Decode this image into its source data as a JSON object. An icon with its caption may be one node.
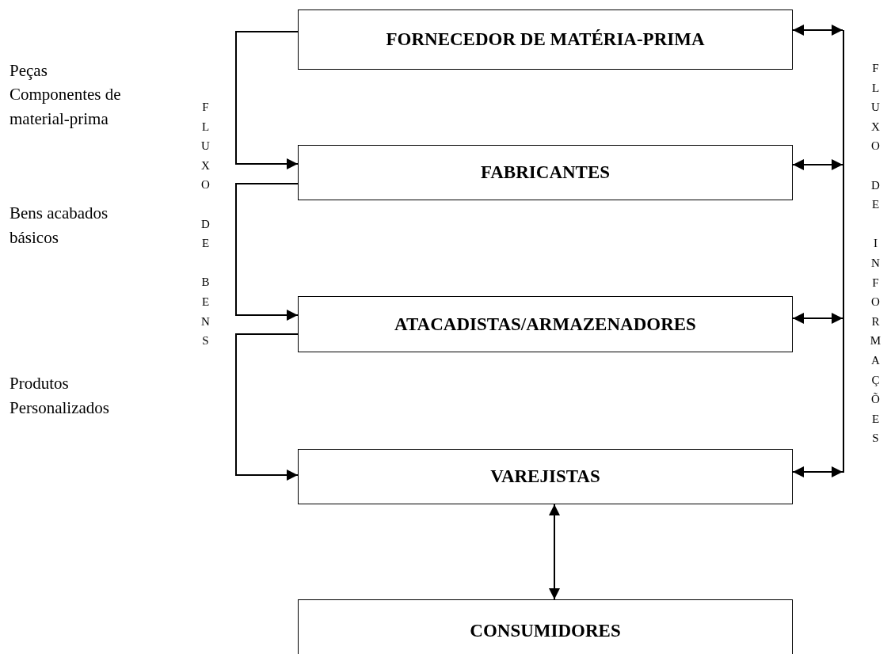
{
  "diagram": {
    "nodes": [
      {
        "text": [
          "FORNECEDOR DE MATÉRIA-PRIMA"
        ]
      },
      {
        "text": [
          "FABRICANTES"
        ]
      },
      {
        "text": [
          "ATACADISTAS/ARMAZENADORES"
        ]
      },
      {
        "text": [
          "VAREJISTAS"
        ]
      },
      {
        "text": [
          "CONSUMIDORES"
        ]
      },
      {
        "text": [],
        "shape": "bar"
      }
    ],
    "edges": [
      {
        "from": 0,
        "to": 1,
        "arrow": "to"
      },
      {
        "from": 1,
        "to": 2,
        "arrow": "to"
      },
      {
        "from": 2,
        "to": 3,
        "arrow": "to"
      },
      {
        "from": 0,
        "to": 5,
        "arrow": "both"
      },
      {
        "from": 1,
        "to": 5,
        "arrow": "both"
      },
      {
        "from": 2,
        "to": 5,
        "arrow": "both"
      },
      {
        "from": 3,
        "to": 5,
        "arrow": "both"
      },
      {
        "from": 3,
        "to": 4,
        "arrow": "both"
      }
    ],
    "labels": [
      "Peças",
      "Componentes de material-prima",
      "FLUXO DE BENS",
      "Bens acabados básicos",
      "Produtos Personalizados",
      "FLUXO DE INFORMAÇÕES"
    ]
  }
}
